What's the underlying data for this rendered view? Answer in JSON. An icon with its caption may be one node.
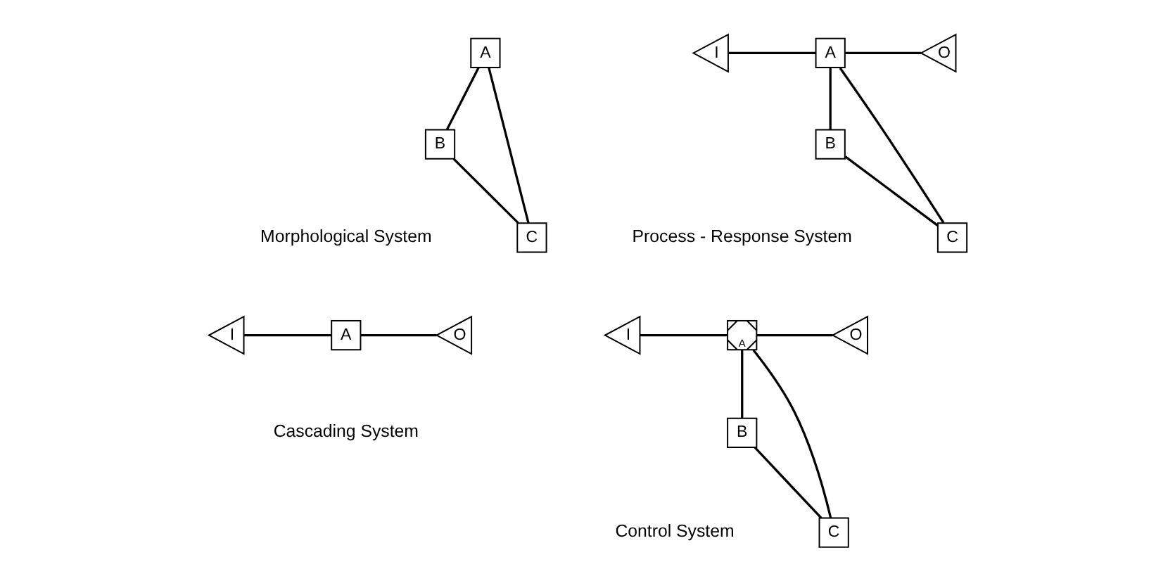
{
  "diagram": {
    "nodes": [
      {
        "text": [
          "A"
        ]
      },
      {
        "text": [
          "B"
        ]
      },
      {
        "text": [
          "C"
        ]
      },
      {
        "text": [
          "I"
        ]
      },
      {
        "text": [
          "A"
        ]
      },
      {
        "text": [
          "O"
        ]
      },
      {
        "text": [
          "B"
        ]
      },
      {
        "text": [
          "C"
        ]
      },
      {
        "text": [
          "I"
        ]
      },
      {
        "text": [
          "A"
        ]
      },
      {
        "text": [
          "O"
        ]
      },
      {
        "text": [
          "I"
        ]
      },
      {
        "text": [
          "A"
        ]
      },
      {
        "text": [
          "O"
        ]
      },
      {
        "text": [
          "B"
        ]
      },
      {
        "text": [
          "C"
        ]
      }
    ],
    "edges": [
      {
        "from": 0,
        "to": 1,
        "arrow": "none"
      },
      {
        "from": 0,
        "to": 2,
        "arrow": "none"
      },
      {
        "from": 1,
        "to": 2,
        "arrow": "none"
      },
      {
        "from": 3,
        "to": 4,
        "arrow": "none"
      },
      {
        "from": 4,
        "to": 5,
        "arrow": "none"
      },
      {
        "from": 4,
        "to": 6,
        "arrow": "none"
      },
      {
        "from": 4,
        "to": 7,
        "arrow": "none"
      },
      {
        "from": 6,
        "to": 7,
        "arrow": "none"
      },
      {
        "from": 8,
        "to": 9,
        "arrow": "none"
      },
      {
        "from": 9,
        "to": 10,
        "arrow": "none"
      },
      {
        "from": 11,
        "to": 12,
        "arrow": "none"
      },
      {
        "from": 12,
        "to": 13,
        "arrow": "none"
      },
      {
        "from": 12,
        "to": 14,
        "arrow": "none"
      },
      {
        "from": 12,
        "to": 15,
        "arrow": "none"
      },
      {
        "from": 14,
        "to": 15,
        "arrow": "none"
      }
    ],
    "labels": [
      "Morphological System",
      "Process - Response System",
      "Cascading System",
      "Control System"
    ]
  }
}
